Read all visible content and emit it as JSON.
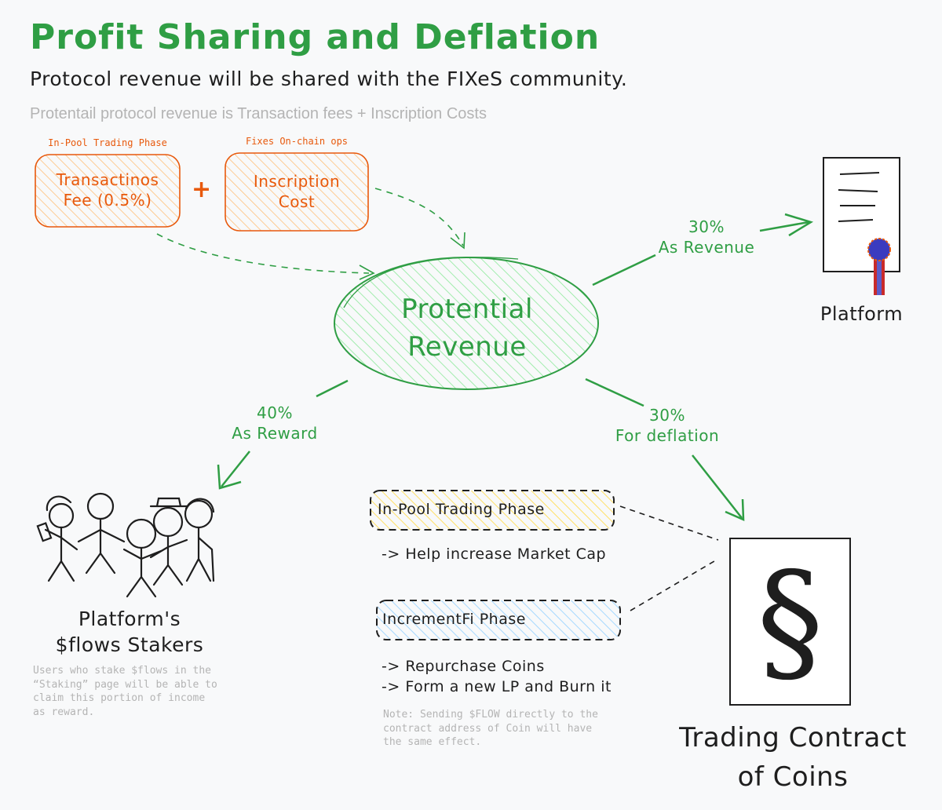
{
  "header": {
    "title": "Profit Sharing and Deflation",
    "subtitle": "Protocol revenue will be shared with the FIXeS community.",
    "intro": "Protentail protocol revenue is Transaction fees + Inscription Costs"
  },
  "sources": {
    "fee_tag": "In-Pool Trading Phase",
    "fee_line1": "Transactinos",
    "fee_line2": "Fee (0.5%)",
    "plus": "+",
    "insc_tag": "Fixes On-chain ops",
    "insc_line1": "Inscription",
    "insc_line2": "Cost"
  },
  "center": {
    "line1": "Protential",
    "line2": "Revenue"
  },
  "flows": {
    "revenue_pct": "30%",
    "revenue_label": "As Revenue",
    "reward_pct": "40%",
    "reward_label": "As Reward",
    "deflation_pct": "30%",
    "deflation_label": "For deflation"
  },
  "platform": {
    "label": "Platform"
  },
  "stakers": {
    "line1": "Platform's",
    "line2": "$flows Stakers",
    "note": [
      "Users who stake $flows in the",
      "“Staking” page will be able to",
      "claim this portion of income",
      "as reward."
    ]
  },
  "phases": {
    "inpool_label": "In-Pool Trading Phase",
    "inpool_bullet": "-> Help increase Market Cap",
    "increment_label": "IncrementFi Phase",
    "increment_bullets": [
      "-> Repurchase Coins",
      "-> Form a new LP and Burn it"
    ],
    "note": [
      "Note: Sending $FLOW directly to the",
      "contract address of Coin will have",
      "the same effect."
    ]
  },
  "contract": {
    "symbol": "§",
    "line1": "Trading Contract",
    "line2": "of Coins"
  },
  "colors": {
    "green": "#2f9e44",
    "orange": "#e8590c",
    "text": "#1e1e1e",
    "muted": "#b4b4b4",
    "yellow_fill": "#ffec99",
    "blue_fill": "#a5d8ff"
  }
}
